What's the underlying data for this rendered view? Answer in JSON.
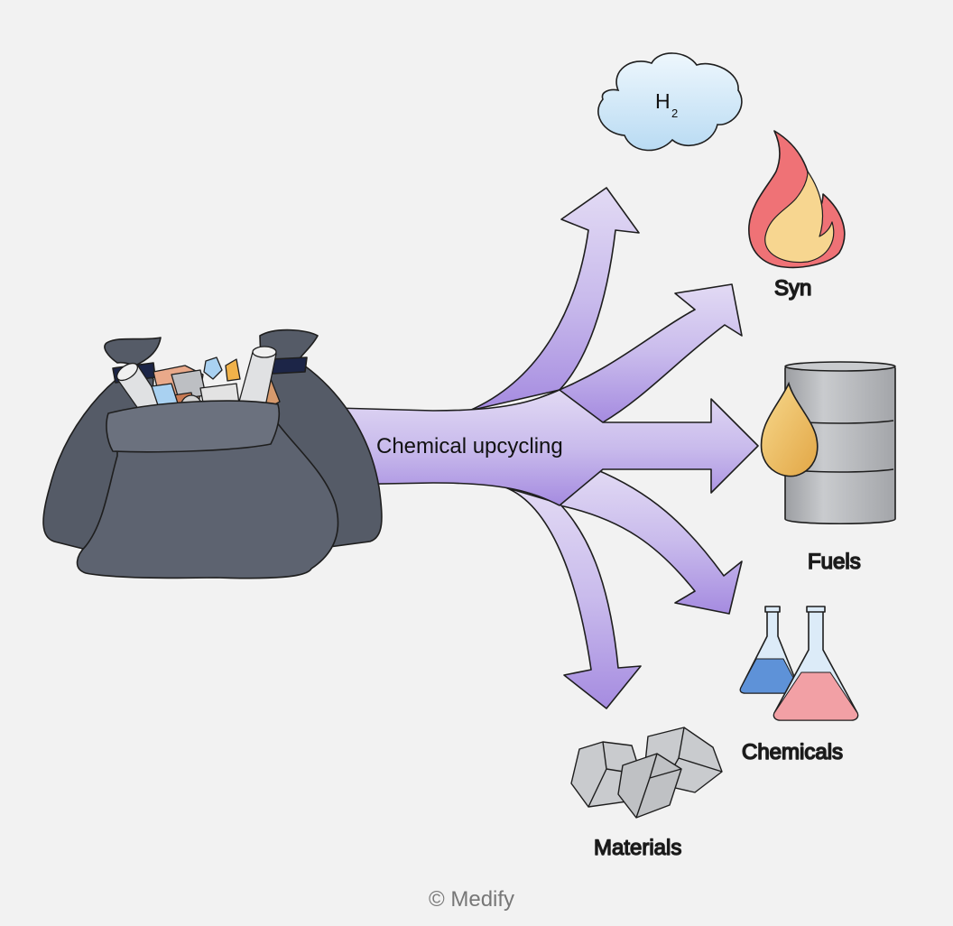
{
  "center_label": "Chemical upcycling",
  "outputs": {
    "hydrogen": {
      "symbol": "H",
      "subscript": "2"
    },
    "syn": "Syn",
    "fuels": "Fuels",
    "chemicals": "Chemicals",
    "materials": "Materials"
  },
  "credit": "© Medify",
  "colors": {
    "background": "#f2f2f2",
    "arrow_top": "#dcd2f1",
    "arrow_bottom": "#a88fe0",
    "bag": "#5d6370",
    "cloud": "#cfe6f7",
    "flame_outer": "#ee6f72",
    "flame_inner": "#f5d795",
    "barrel": "#b8babd",
    "oil_drop": "#eab758",
    "flask_blue": "#5e92d8",
    "flask_red": "#f2a0a5",
    "rocks": "#c7c9cc"
  }
}
